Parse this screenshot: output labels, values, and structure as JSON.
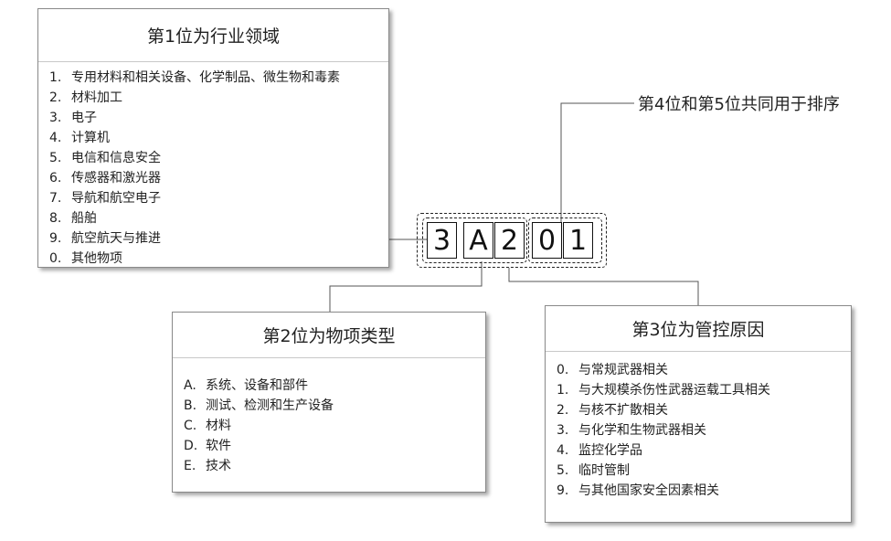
{
  "box1": {
    "title": "第1位为行业领域",
    "items": [
      {
        "num": "1.",
        "text": "专用材料和相关设备、化学制品、微生物和毒素"
      },
      {
        "num": "2.",
        "text": "材料加工"
      },
      {
        "num": "3.",
        "text": "电子"
      },
      {
        "num": "4.",
        "text": "计算机"
      },
      {
        "num": "5.",
        "text": "电信和信息安全"
      },
      {
        "num": "6.",
        "text": "传感器和激光器"
      },
      {
        "num": "7.",
        "text": "导航和航空电子"
      },
      {
        "num": "8.",
        "text": "船舶"
      },
      {
        "num": "9.",
        "text": "航空航天与推进"
      },
      {
        "num": "0.",
        "text": "其他物项"
      }
    ]
  },
  "box2": {
    "title": "第2位为物项类型",
    "items": [
      {
        "num": "A.",
        "text": "系统、设备和部件"
      },
      {
        "num": "B.",
        "text": "测试、检测和生产设备"
      },
      {
        "num": "C.",
        "text": "材料"
      },
      {
        "num": "D.",
        "text": "软件"
      },
      {
        "num": "E.",
        "text": "技术"
      }
    ]
  },
  "box3": {
    "title": "第3位为管控原因",
    "items": [
      {
        "num": "0.",
        "text": "与常规武器相关"
      },
      {
        "num": "1.",
        "text": "与大规模杀伤性武器运载工具相关"
      },
      {
        "num": "2.",
        "text": "与核不扩散相关"
      },
      {
        "num": "3.",
        "text": "与化学和生物武器相关"
      },
      {
        "num": "4.",
        "text": "监控化学品"
      },
      {
        "num": "5.",
        "text": "临时管制"
      },
      {
        "num": "9.",
        "text": "与其他国家安全因素相关"
      }
    ]
  },
  "code": {
    "digits": [
      "3",
      "A",
      "2",
      "0",
      "1"
    ]
  },
  "label45": "第4位和第5位共同用于排序"
}
